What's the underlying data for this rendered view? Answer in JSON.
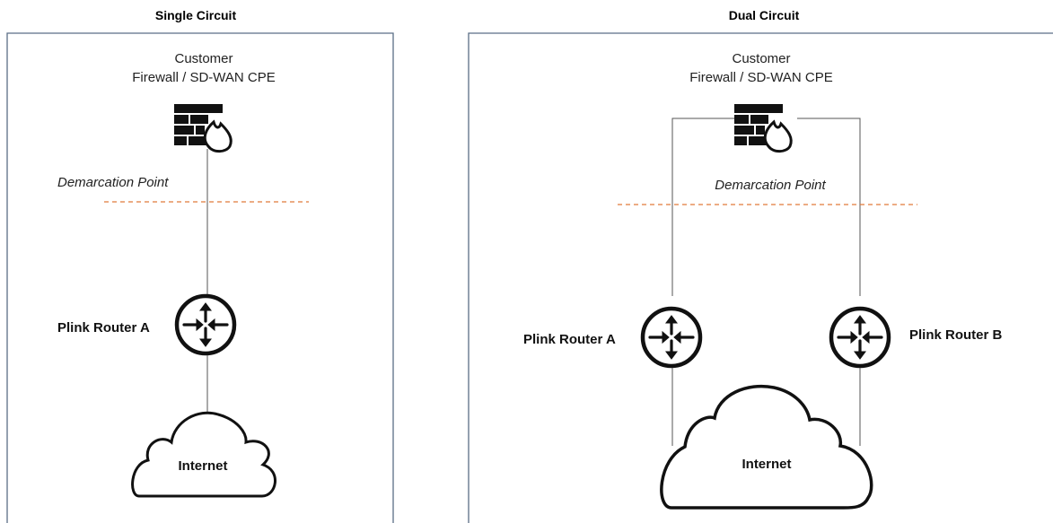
{
  "panels": {
    "single": {
      "title": "Single Circuit",
      "customer_label": "Customer",
      "cpe_label": "Firewall / SD-WAN CPE",
      "demarcation_label": "Demarcation Point",
      "router_a_label": "Plink Router A",
      "cloud_label": "Internet"
    },
    "dual": {
      "title": "Dual Circuit",
      "customer_label": "Customer",
      "cpe_label": "Firewall / SD-WAN CPE",
      "demarcation_label": "Demarcation Point",
      "router_a_label": "Plink Router A",
      "router_b_label": "Plink Router B",
      "cloud_label": "Internet"
    }
  },
  "colors": {
    "frame": "#5a6e86",
    "demarcation_line": "#e07a3a",
    "icon": "#111111",
    "wire": "#555555"
  },
  "icons": {
    "firewall": "firewall-icon",
    "router": "router-icon",
    "cloud": "cloud-icon"
  }
}
